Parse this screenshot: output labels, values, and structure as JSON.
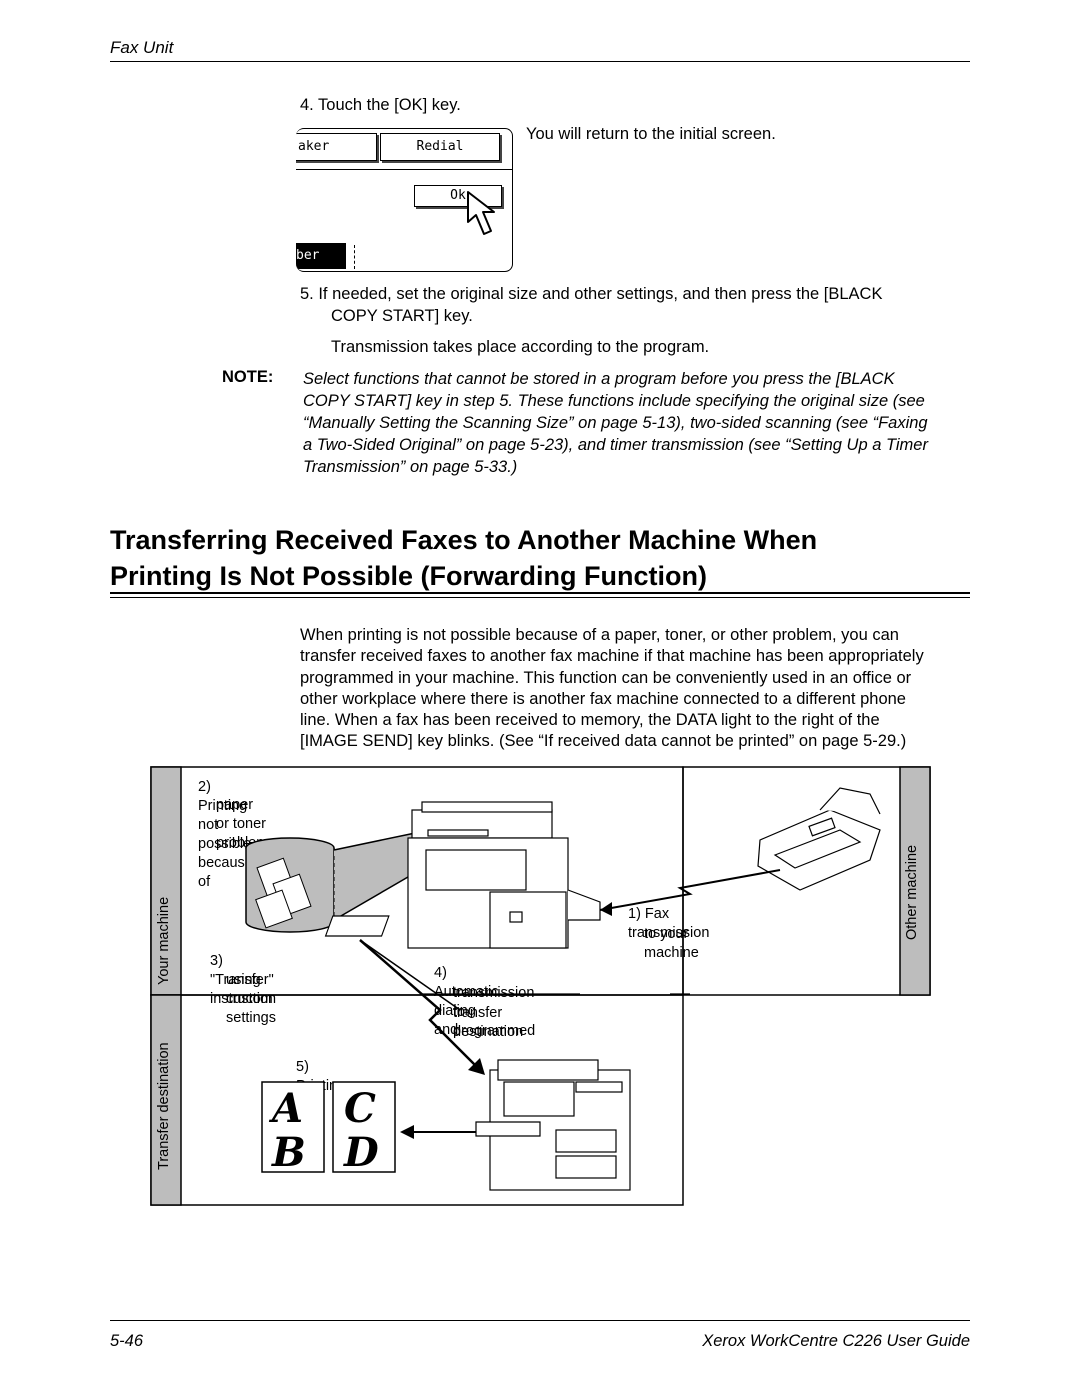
{
  "header": {
    "section": "Fax Unit"
  },
  "step4": {
    "text": "4.  Touch the [OK] key.",
    "result": "You will return to the initial screen."
  },
  "screen": {
    "btn_left": "aker",
    "btn_redial": "Redial",
    "btn_ok": "Ok",
    "btn_bottom": "ber"
  },
  "step5": {
    "line1": "5.  If needed, set the original size and other settings, and then press the [BLACK",
    "line2": "COPY START] key.",
    "result": "Transmission takes place according to the program."
  },
  "note": {
    "label": "NOTE:",
    "lines": [
      "Select functions that cannot be stored in a program before you press the [BLACK",
      "COPY START] key in step 5. These functions include specifying the original size (see",
      "“Manually Setting the Scanning Size” on page 5-13), two-sided scanning (see “Faxing",
      "a Two-Sided Original” on page 5-23), and timer transmission (see “Setting Up a Timer",
      "Transmission” on page 5-33.)"
    ]
  },
  "section": {
    "title_line1": "Transferring Received Faxes to Another Machine When",
    "title_line2": "Printing Is Not Possible (Forwarding Function)",
    "paragraph": [
      "When printing is not possible because of a paper, toner, or other problem, you can",
      "transfer received faxes to another fax machine if that machine has been appropriately",
      "programmed in your machine. This function can be conveniently used in an office or",
      "other workplace where there is another fax machine connected to a different phone",
      "line. When a fax has been received to memory, the DATA light to the right of the",
      "[IMAGE SEND] key blinks. (See “If received data cannot be printed” on page 5-29.)"
    ]
  },
  "diagram": {
    "your_machine": "Your machine",
    "transfer_destination": "Transfer destination",
    "other_machine": "Other machine",
    "label2_l1": "2) Printing not possible because of",
    "label2_l2": "paper or toner problem",
    "label1_l1": "1) Fax transmission",
    "label1_l2": "to your machine",
    "label3_l1": "3) \"Transfer\" instruction",
    "label3_l2": "using custom settings",
    "label4_l1": "4) Automatic dialing and",
    "label4_l2": "transmission to programmed",
    "label4_l3": "transfer destination",
    "label5": "5) Printing",
    "page_letters": [
      "A",
      "B",
      "C",
      "D"
    ]
  },
  "footer": {
    "page": "5-46",
    "guide": "Xerox WorkCentre C226 User Guide"
  }
}
